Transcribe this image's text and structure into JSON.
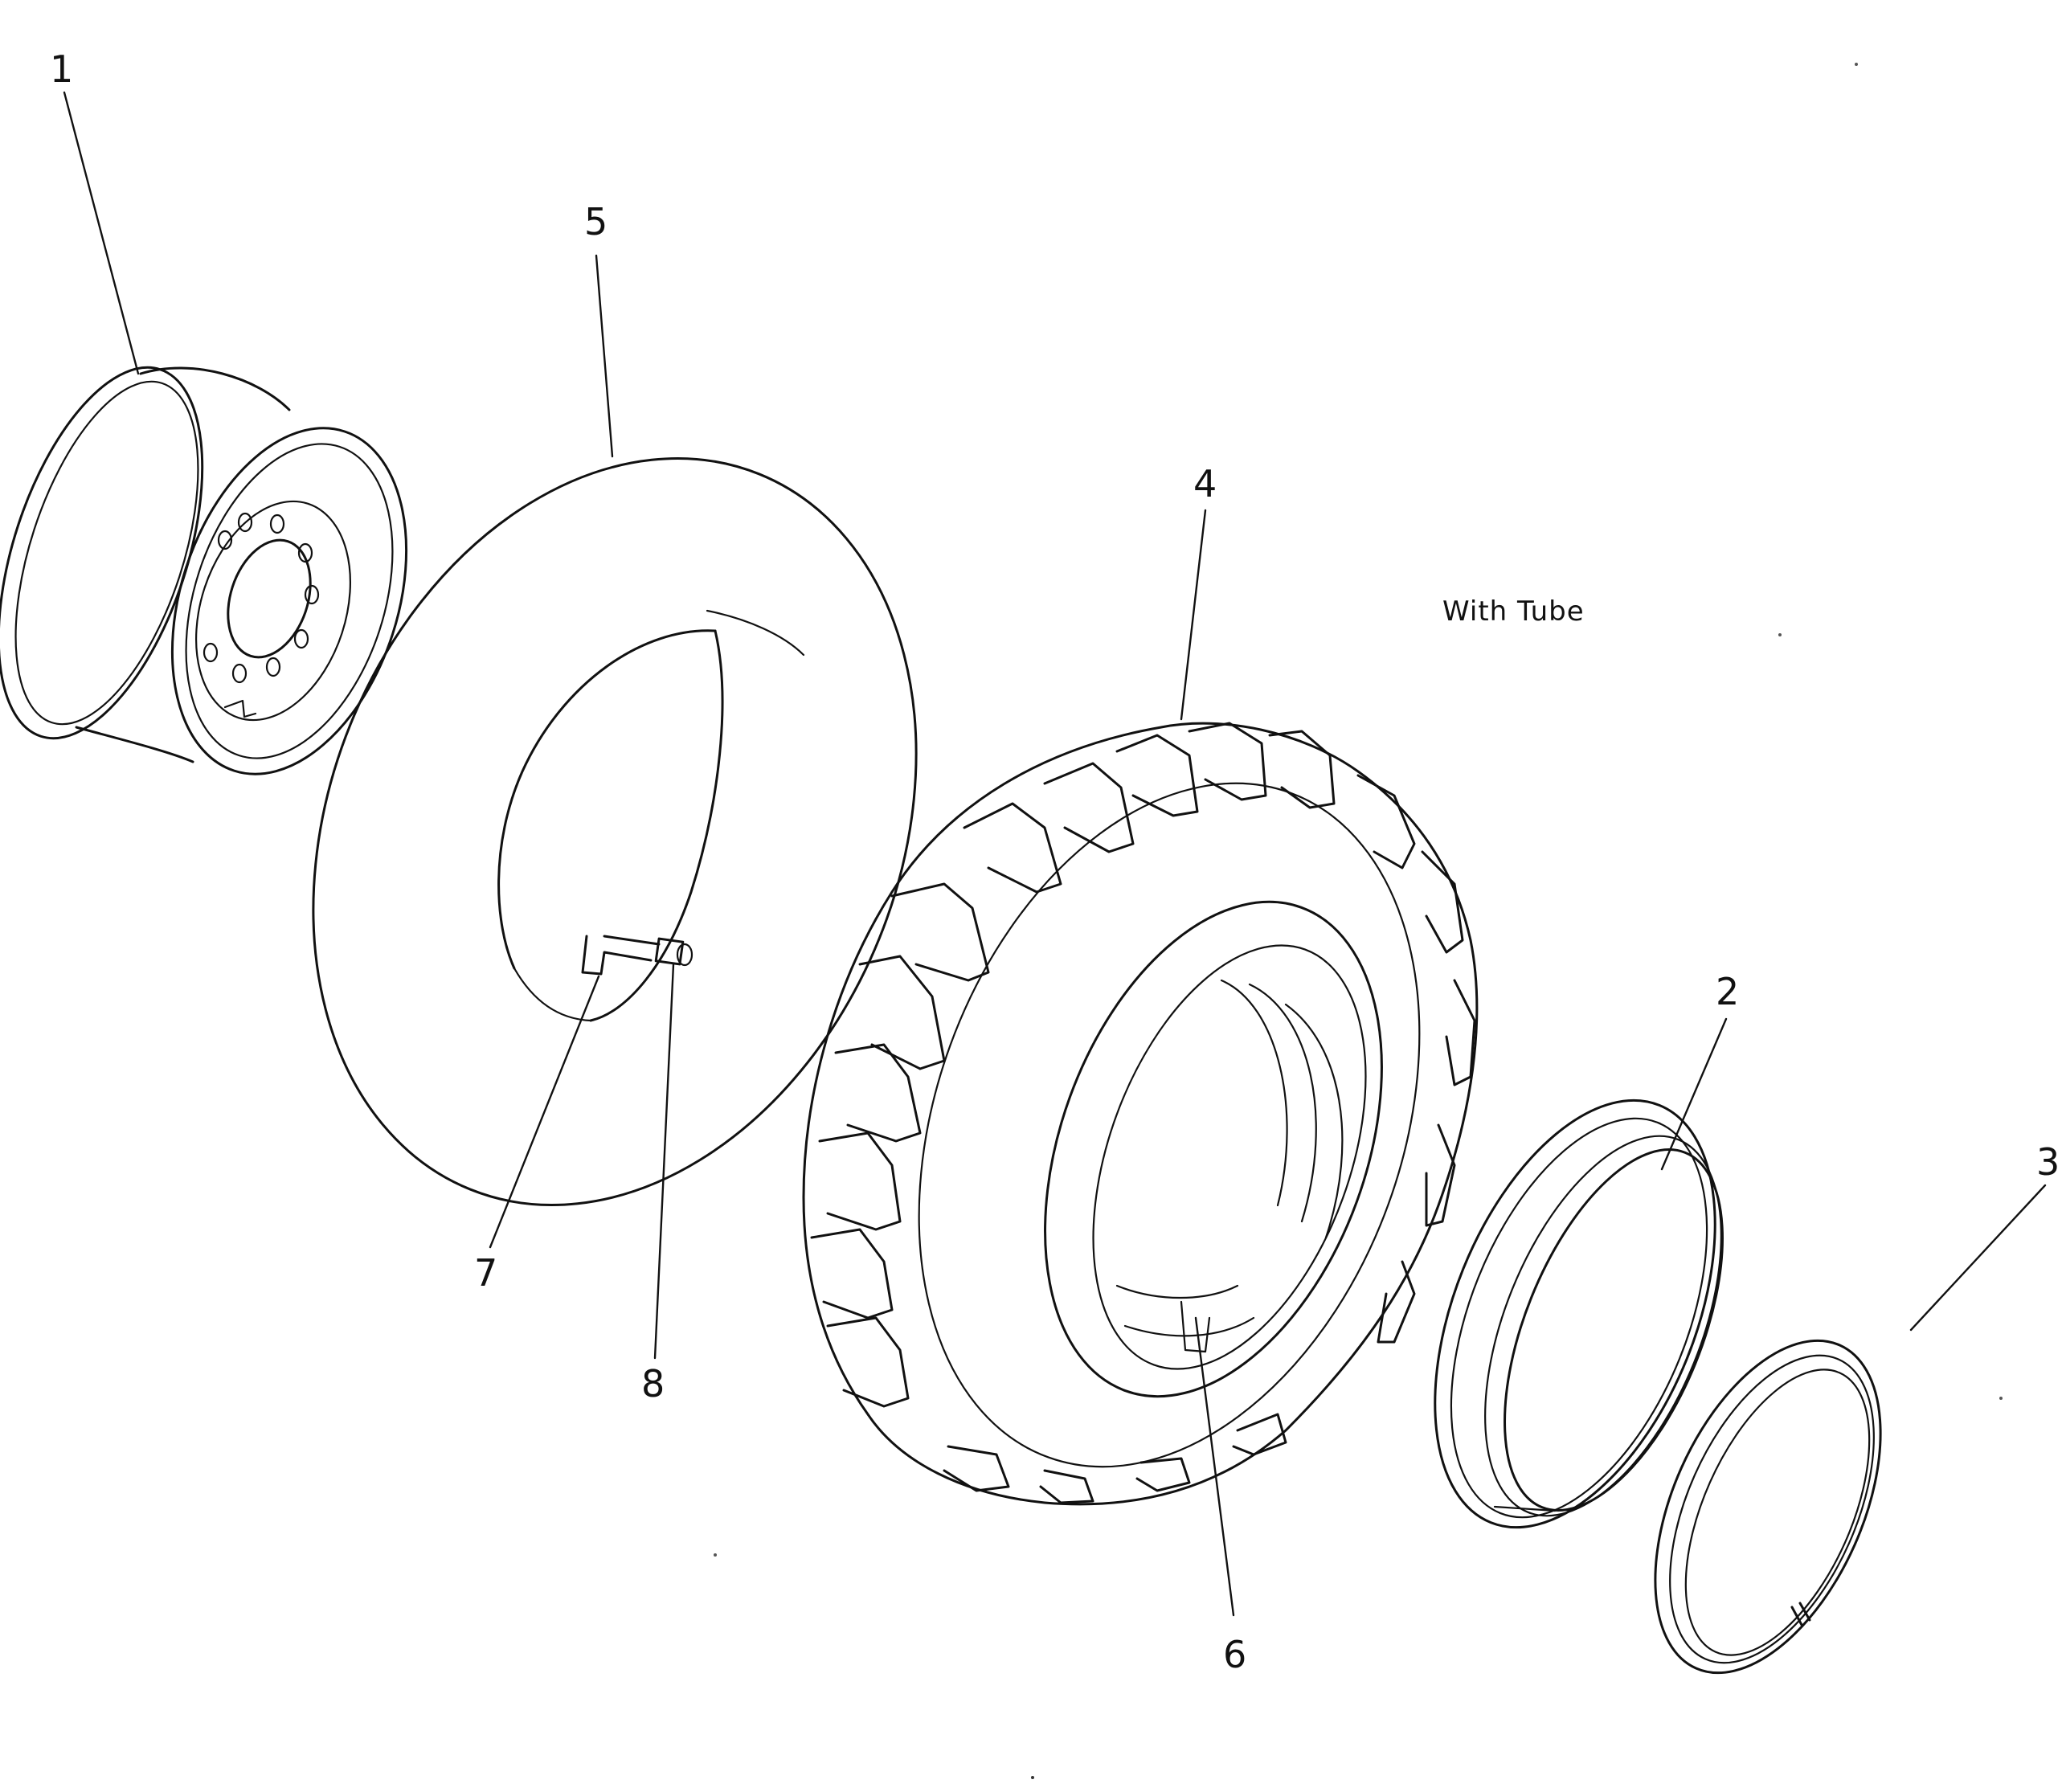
{
  "diagram": {
    "note": "With Tube",
    "callouts": {
      "rim": "1",
      "side_ring": "2",
      "lock_ring": "3",
      "tire": "4",
      "tube": "5",
      "flap": "6",
      "valve": "7",
      "valve_cap": "8"
    }
  }
}
